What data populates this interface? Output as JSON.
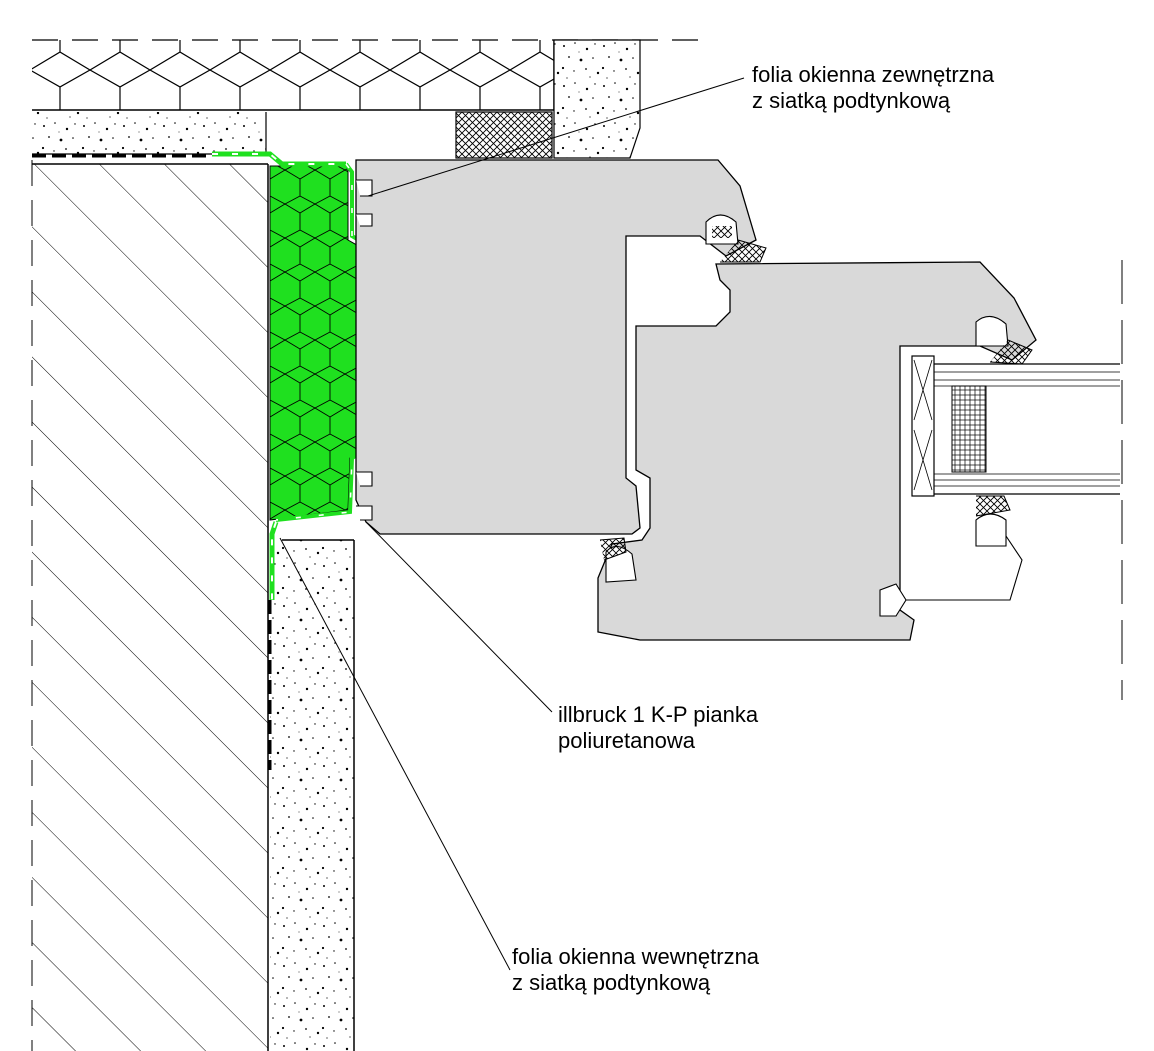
{
  "labels": {
    "outer_foil": {
      "line1": "folia okienna zewnętrzna",
      "line2": "z siatką podtynkową"
    },
    "foam": {
      "line1": "illbruck 1 K-P pianka",
      "line2": "poliuretanowa"
    },
    "inner_foil": {
      "line1": "folia okienna wewnętrzna",
      "line2": "z siatką podtynkową"
    }
  },
  "colors": {
    "foam_fill": "#1fe01f",
    "profile_fill": "#d9d9d9",
    "line": "#000000",
    "background": "#ffffff",
    "foil_dash": "#ffffff"
  }
}
